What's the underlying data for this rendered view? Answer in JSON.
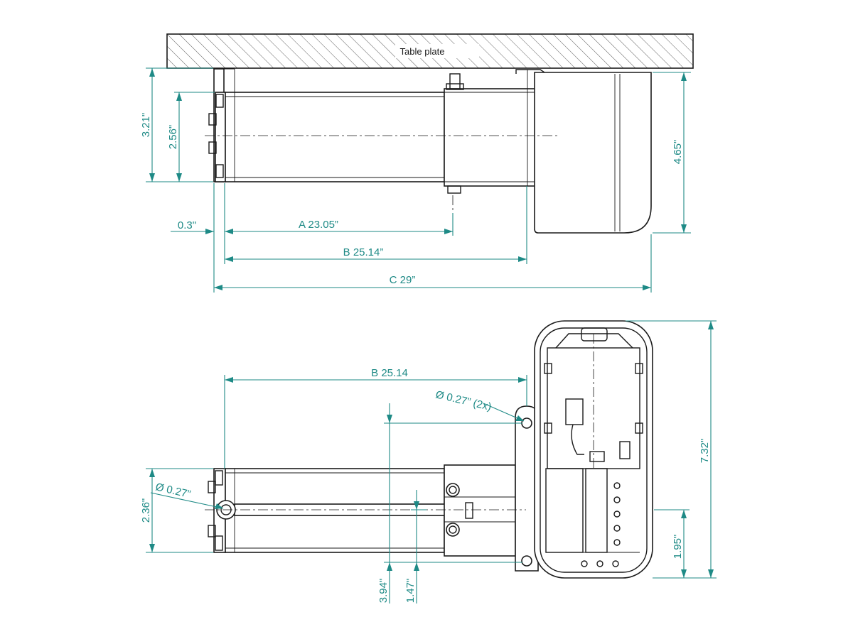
{
  "labels": {
    "table_plate": "Table plate"
  },
  "dimensions": {
    "top_height_321": "3.21\"",
    "top_height_256": "2.56\"",
    "top_height_465": "4.65\"",
    "offset_03": "0.3\"",
    "length_a": "A 23.05”",
    "length_b": "B 25.14”",
    "length_c": "C 29”",
    "bottom_length_b": "B 25.14",
    "hole_diameter_2x": "Ø 0.27” (2x)",
    "hole_diameter": "Ø 0.27”",
    "bottom_height_236": "2.36\"",
    "bottom_height_732": "7.32\"",
    "bottom_height_195": "1.95\"",
    "bottom_height_394": "3.94\"",
    "bottom_height_147": "1.47\""
  }
}
